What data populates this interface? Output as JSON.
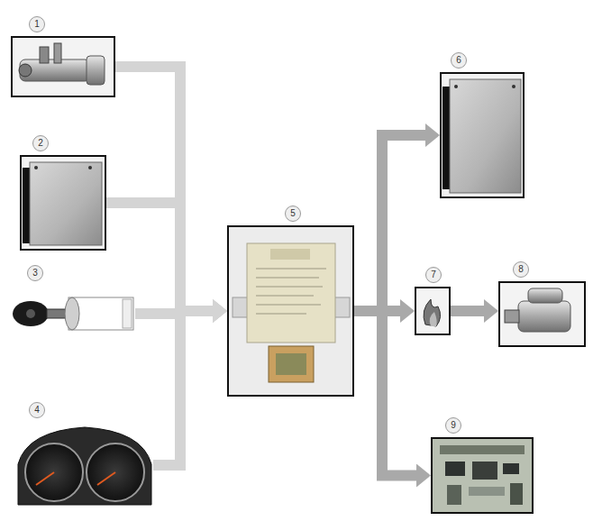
{
  "diagram": {
    "nodes": [
      {
        "text": [
          "1"
        ]
      },
      {
        "text": [
          "2"
        ]
      },
      {
        "text": [
          "3"
        ]
      },
      {
        "text": [
          "4"
        ]
      },
      {
        "text": [
          "5"
        ]
      },
      {
        "text": [
          "6"
        ]
      },
      {
        "text": [
          "7"
        ]
      },
      {
        "text": [
          "8"
        ]
      },
      {
        "text": [
          "9"
        ]
      }
    ],
    "edges": [
      {
        "from": 0,
        "to": 4,
        "arrow": "to"
      },
      {
        "from": 1,
        "to": 4,
        "arrow": "to"
      },
      {
        "from": 2,
        "to": 4,
        "arrow": "to"
      },
      {
        "from": 3,
        "to": 4,
        "arrow": "to"
      },
      {
        "from": 4,
        "to": 5,
        "arrow": "to"
      },
      {
        "from": 4,
        "to": 6,
        "arrow": "to"
      },
      {
        "from": 6,
        "to": 7,
        "arrow": "to"
      },
      {
        "from": 4,
        "to": 8,
        "arrow": "to"
      }
    ]
  }
}
